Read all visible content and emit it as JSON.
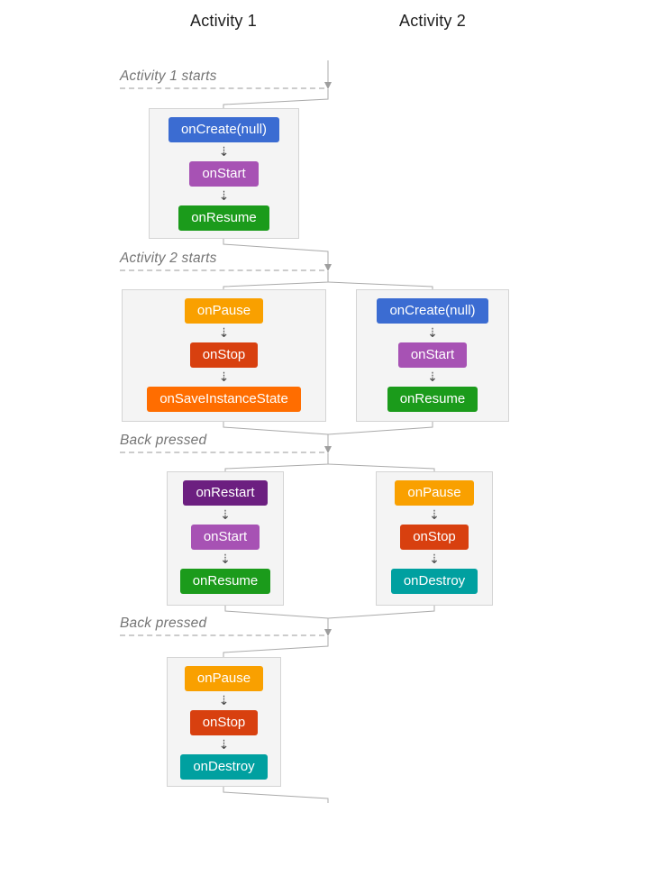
{
  "headers": {
    "activity1": "Activity 1",
    "activity2": "Activity 2"
  },
  "phase_labels": [
    "Activity 1 starts",
    "Activity 2 starts",
    "Back pressed",
    "Back pressed"
  ],
  "step_arrow_glyph": "⇣",
  "colors": {
    "onCreate": "#3b6cd2",
    "onStart": "#a752b4",
    "onResume": "#1b9b1b",
    "onPause": "#f9a000",
    "onStop": "#d8400f",
    "onSaveInstanceState": "#ff6d00",
    "onRestart": "#6c1f80",
    "onDestroy": "#00a0a0",
    "group_background": "#f4f4f4",
    "group_border": "#d4d4d4",
    "connector": "#ababab",
    "phase_text": "#757575"
  },
  "groups": [
    {
      "name": "activity1-launch",
      "column": "Activity 1",
      "phase": "Activity 1 starts",
      "steps": [
        {
          "label": "onCreate(null)",
          "color": "#3b6cd2"
        },
        {
          "label": "onStart",
          "color": "#a752b4"
        },
        {
          "label": "onResume",
          "color": "#1b9b1b"
        }
      ]
    },
    {
      "name": "activity1-to-background",
      "column": "Activity 1",
      "phase": "Activity 2 starts",
      "steps": [
        {
          "label": "onPause",
          "color": "#f9a000"
        },
        {
          "label": "onStop",
          "color": "#d8400f"
        },
        {
          "label": "onSaveInstanceState",
          "color": "#ff6d00"
        }
      ]
    },
    {
      "name": "activity2-launch",
      "column": "Activity 2",
      "phase": "Activity 2 starts",
      "steps": [
        {
          "label": "onCreate(null)",
          "color": "#3b6cd2"
        },
        {
          "label": "onStart",
          "color": "#a752b4"
        },
        {
          "label": "onResume",
          "color": "#1b9b1b"
        }
      ]
    },
    {
      "name": "activity1-return",
      "column": "Activity 1",
      "phase": "Back pressed",
      "steps": [
        {
          "label": "onRestart",
          "color": "#6c1f80"
        },
        {
          "label": "onStart",
          "color": "#a752b4"
        },
        {
          "label": "onResume",
          "color": "#1b9b1b"
        }
      ]
    },
    {
      "name": "activity2-destroy",
      "column": "Activity 2",
      "phase": "Back pressed",
      "steps": [
        {
          "label": "onPause",
          "color": "#f9a000"
        },
        {
          "label": "onStop",
          "color": "#d8400f"
        },
        {
          "label": "onDestroy",
          "color": "#00a0a0"
        }
      ]
    },
    {
      "name": "activity1-destroy",
      "column": "Activity 1",
      "phase": "Back pressed",
      "steps": [
        {
          "label": "onPause",
          "color": "#f9a000"
        },
        {
          "label": "onStop",
          "color": "#d8400f"
        },
        {
          "label": "onDestroy",
          "color": "#00a0a0"
        }
      ]
    }
  ]
}
